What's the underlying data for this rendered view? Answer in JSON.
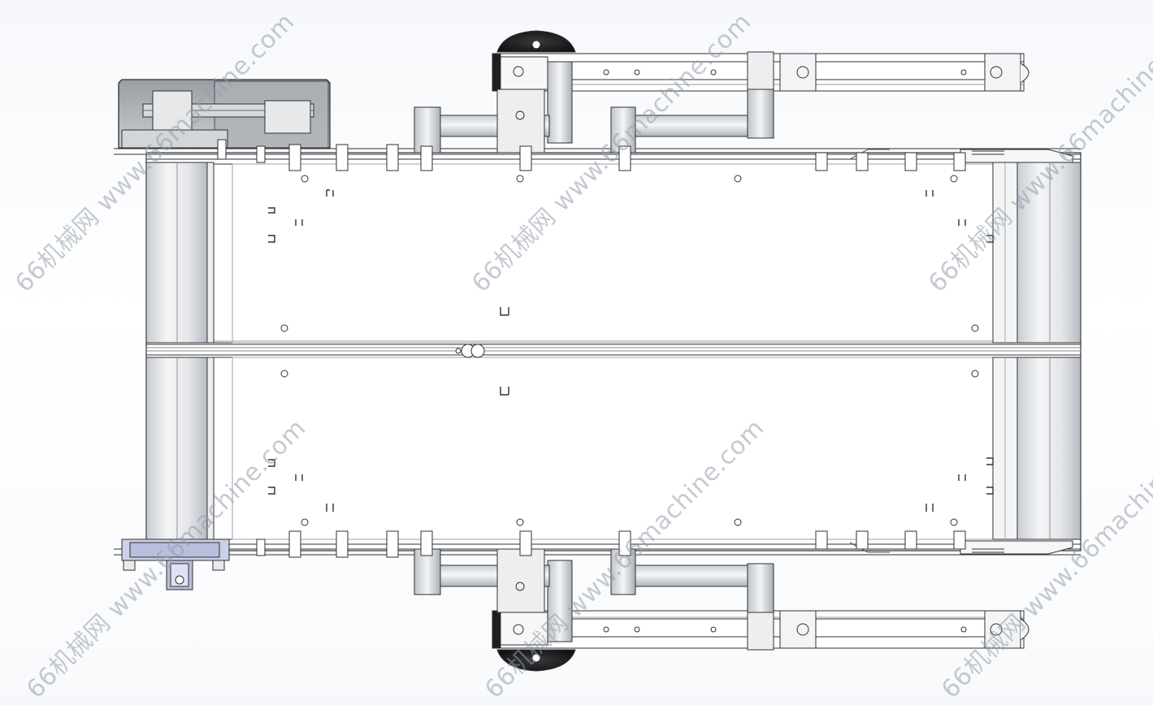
{
  "drawing": {
    "view": "top view",
    "subject": "double-belt conveyor with drive unit and support arms"
  },
  "watermarks": [
    {
      "text": "66机械网 www.66machine.com"
    },
    {
      "text": "66机械网 www.66machine.com"
    },
    {
      "text": "66机械网 www.66machine.com"
    },
    {
      "text": "66机械网 www.66machine.com"
    },
    {
      "text": "66机械网 www.66machine.com"
    },
    {
      "text": "66机械网 www.66machine.com"
    }
  ],
  "colors": {
    "background": "#ffffff",
    "line": "#2f3134",
    "roller": "#d9dcdf",
    "roller_shade": "#b9bec4",
    "guard": "#8c9096",
    "base_plate": "#1f1f21",
    "motor": "#b8bedc",
    "watermark": "#969eac"
  }
}
